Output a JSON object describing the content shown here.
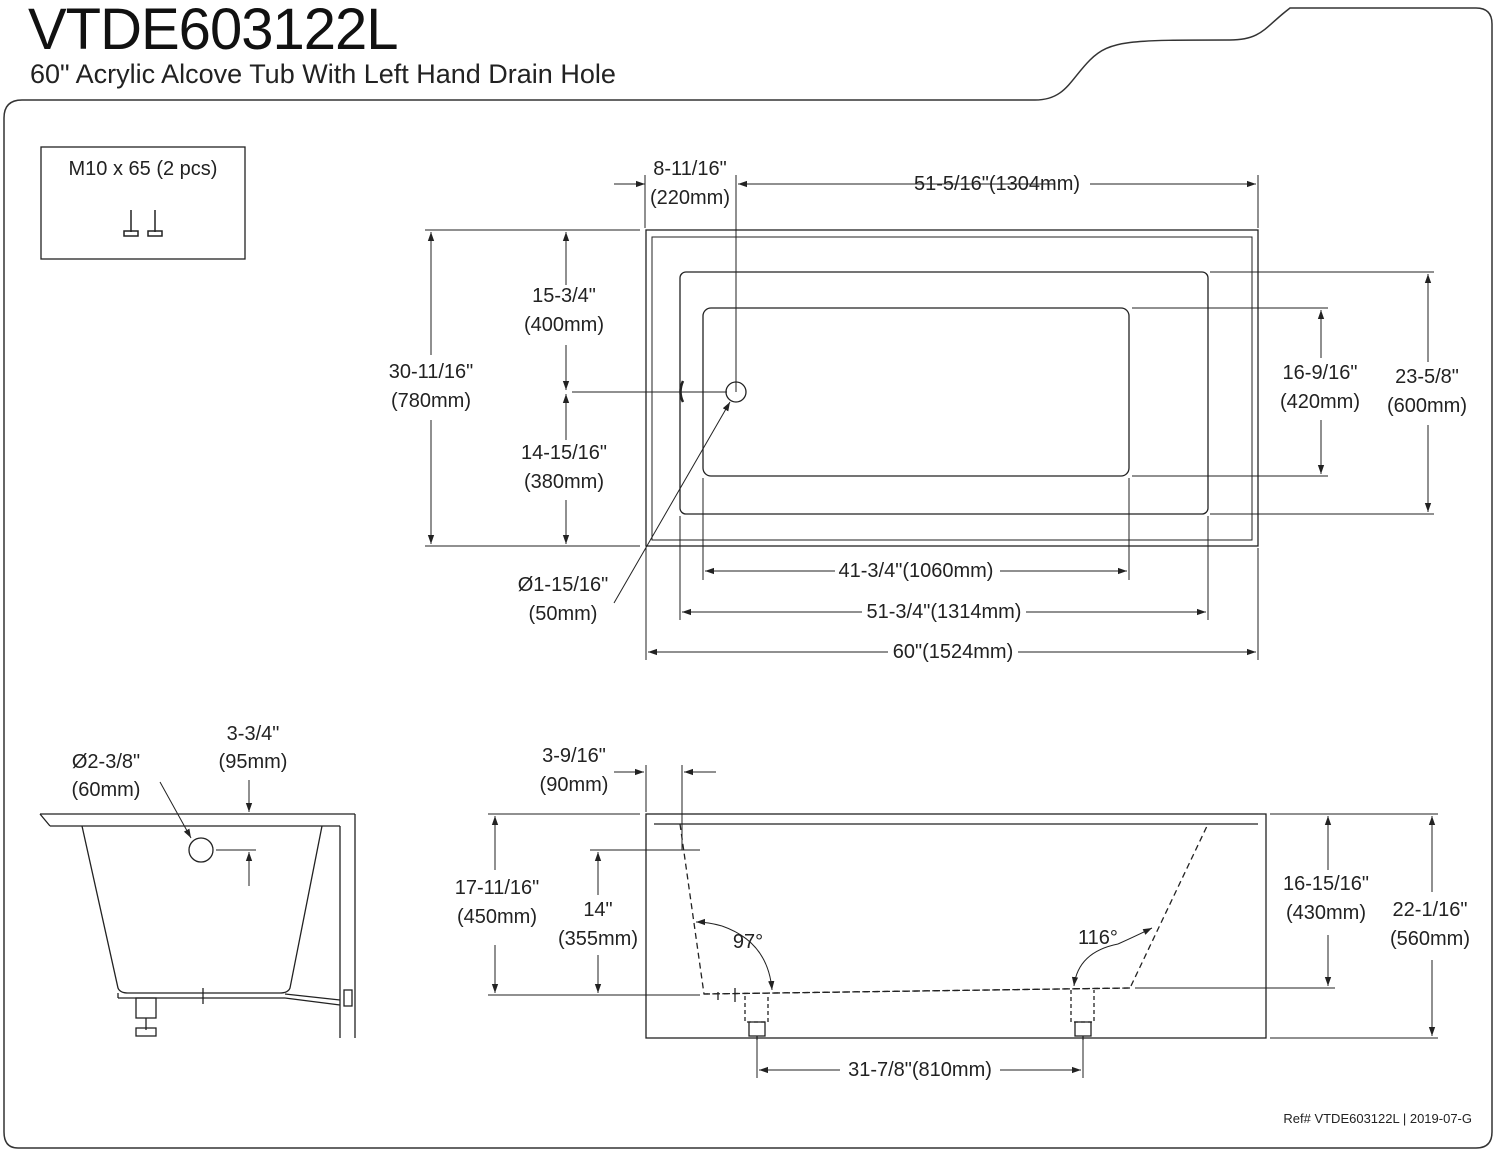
{
  "header": {
    "model": "VTDE603122L",
    "description": "60\" Acrylic Alcove Tub With Left Hand Drain Hole"
  },
  "hardware": {
    "label": "M10 x 65 (2 pcs)"
  },
  "top_view": {
    "drain_offset_in": "8-11/16\"",
    "drain_offset_mm": "(220mm)",
    "drain_to_end_in": "51-5/16\"(1304mm)",
    "upper_half_in": "15-3/4\"",
    "upper_half_mm": "(400mm)",
    "lower_half_in": "14-15/16\"",
    "lower_half_mm": "(380mm)",
    "total_width_in": "30-11/16\"",
    "total_width_mm": "(780mm)",
    "inner_width_in": "16-9/16\"",
    "inner_width_mm": "(420mm)",
    "rim_width_in": "23-5/8\"",
    "rim_width_mm": "(600mm)",
    "drain_dia_in": "Ø1-15/16\"",
    "drain_dia_mm": "(50mm)",
    "floor_length": "41-3/4\"(1060mm)",
    "inner_length": "51-3/4\"(1314mm)",
    "total_length": "60\"(1524mm)"
  },
  "end_view": {
    "overflow_dia_in": "Ø2-3/8\"",
    "overflow_dia_mm": "(60mm)",
    "overflow_top_in": "3-3/4\"",
    "overflow_top_mm": "(95mm)"
  },
  "side_view": {
    "offset_in": "3-9/16\"",
    "offset_mm": "(90mm)",
    "height_in": "17-11/16\"",
    "height_mm": "(450mm)",
    "overflow_h_in": "14\"",
    "overflow_h_mm": "(355mm)",
    "angle_left": "97°",
    "angle_right": "116°",
    "depth_in": "16-15/16\"",
    "depth_mm": "(430mm)",
    "total_h_in": "22-1/16\"",
    "total_h_mm": "(560mm)",
    "feet_spacing": "31-7/8\"(810mm)"
  },
  "footer": {
    "ref": "Ref# VTDE603122L | 2019-07-G"
  }
}
